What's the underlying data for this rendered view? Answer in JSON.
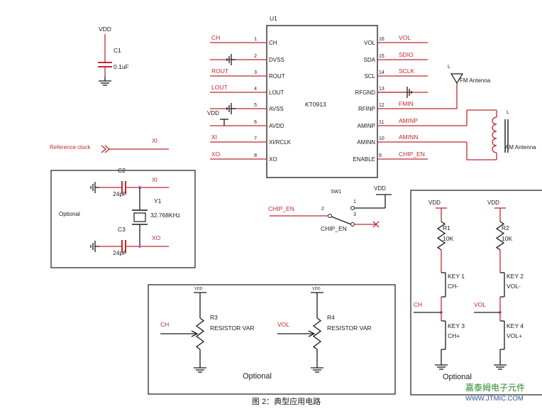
{
  "colors": {
    "wire": "#c0282e",
    "ink": "#1a1a1a",
    "junction": "#c060c0",
    "watermark": "#2a8a2a",
    "watermark_url": "#3050a0"
  },
  "vdd_top": {
    "label": "VDD",
    "cap_name": "C1",
    "cap_value": "0.1uF"
  },
  "chip": {
    "ref": "U1",
    "part": "KT0913",
    "left_pins": [
      {
        "num": "1",
        "name": "CH",
        "net": "CH"
      },
      {
        "num": "2",
        "name": "DVSS",
        "net": ""
      },
      {
        "num": "3",
        "name": "ROUT",
        "net": "ROUT"
      },
      {
        "num": "4",
        "name": "LOUT",
        "net": "LOUT"
      },
      {
        "num": "5",
        "name": "AVSS",
        "net": ""
      },
      {
        "num": "6",
        "name": "AVDD",
        "net": "VDD"
      },
      {
        "num": "7",
        "name": "XI/RCLK",
        "net": "XI"
      },
      {
        "num": "8",
        "name": "XO",
        "net": "XO"
      }
    ],
    "right_pins": [
      {
        "num": "16",
        "name": "VOL",
        "net": "VOL"
      },
      {
        "num": "15",
        "name": "SDA",
        "net": "SDIO"
      },
      {
        "num": "14",
        "name": "SCL",
        "net": "SCLK"
      },
      {
        "num": "13",
        "name": "RFGND",
        "net": ""
      },
      {
        "num": "12",
        "name": "RFINP",
        "net": "FMIN"
      },
      {
        "num": "11",
        "name": "AMINP",
        "net": "AMINP"
      },
      {
        "num": "10",
        "name": "AMINN",
        "net": "AMINN"
      },
      {
        "num": "9",
        "name": "ENABLE",
        "net": "CHIP_EN"
      }
    ]
  },
  "antennas": {
    "fm_ref": "L",
    "fm_label": "FM Antenna",
    "am_ref": "L",
    "am_label": "AM Antenna"
  },
  "ref_clock": {
    "label": "Reference clock",
    "net": "XI"
  },
  "crystal": {
    "optional_label": "Optional",
    "c2_name": "C2",
    "c2_value": "24pF",
    "c3_name": "C3",
    "c3_value": "24pF",
    "y1_name": "Y1",
    "y1_value": "32.768KHz",
    "xi_net": "XI",
    "xo_net": "XO"
  },
  "switch": {
    "ref": "SW1",
    "vdd": "VDD",
    "net_left": "CHIP_EN",
    "net_bottom": "CHIP_EN",
    "pin1": "1",
    "pin2": "2",
    "pin3": "3"
  },
  "potentiometers": {
    "optional_label": "Optional",
    "r3": {
      "vdd": "VDD",
      "name": "R3",
      "type": "RESISTOR VAR",
      "net": "CH"
    },
    "r4": {
      "vdd": "VDD",
      "name": "R4",
      "type": "RESISTOR VAR",
      "net": "VOL"
    }
  },
  "keys": {
    "optional_label": "Optional",
    "left": {
      "vdd": "VDD",
      "r_name": "R1",
      "r_value": "10K",
      "key_a": "KEY 1",
      "key_a_label": "CH-",
      "key_b": "KEY 3",
      "key_b_label": "CH+",
      "net": "CH"
    },
    "right": {
      "vdd": "VDD",
      "r_name": "R2",
      "r_value": "10K",
      "key_a": "KEY 2",
      "key_a_label": "VOL-",
      "key_b": "KEY 4",
      "key_b_label": "VOL+",
      "net": "VOL"
    }
  },
  "caption": "图 2：典型应用电路",
  "watermark": {
    "name": "嘉泰姆电子元件",
    "url": "WWW.JTMIC.COM"
  }
}
